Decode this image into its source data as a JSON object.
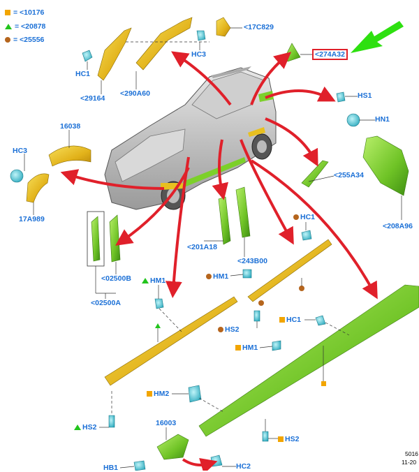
{
  "legend": [
    {
      "marker": "square",
      "color": "#f2a500",
      "text": "= <10176"
    },
    {
      "marker": "triangle",
      "color": "#22c41c",
      "text": "= <20878"
    },
    {
      "marker": "circle",
      "color": "#b5651d",
      "text": "= <25556"
    }
  ],
  "labels": {
    "c17C829": "<17C829",
    "hc3_top": "HC3",
    "hc1_top": "HC1",
    "p29164": "<29164",
    "p290A60": "<290A60",
    "p274A32": "<274A32",
    "hs1": "HS1",
    "hn1": "HN1",
    "p16038": "16038",
    "hc3_left": "HC3",
    "p17A989": "17A989",
    "p255A34": "<255A34",
    "p208A96": "<208A96",
    "hc1_mid": "HC1",
    "p201A18": "<201A18",
    "p243B00": "<243B00",
    "p02500B": "<02500B",
    "p02500A": "<02500A",
    "hm1_left": "HM1",
    "hm1_mid": "HM1",
    "hs2_mid": "HS2",
    "hc1_right": "HC1",
    "hm1_right": "HM1",
    "hm2": "HM2",
    "hs2_left": "HS2",
    "p16003": "16003",
    "hs2_right": "HS2",
    "hb1": "HB1",
    "hc2": "HC2"
  },
  "footer": {
    "line1": "5016",
    "line2": "11-20"
  },
  "colors": {
    "label_blue": "#1a6fd6",
    "callout_red": "#e0202a",
    "arrow_green": "#2ee010",
    "part_yellow": "#e8c020",
    "part_green": "#7cd02a",
    "clip_cyan": "#49c8d8"
  }
}
